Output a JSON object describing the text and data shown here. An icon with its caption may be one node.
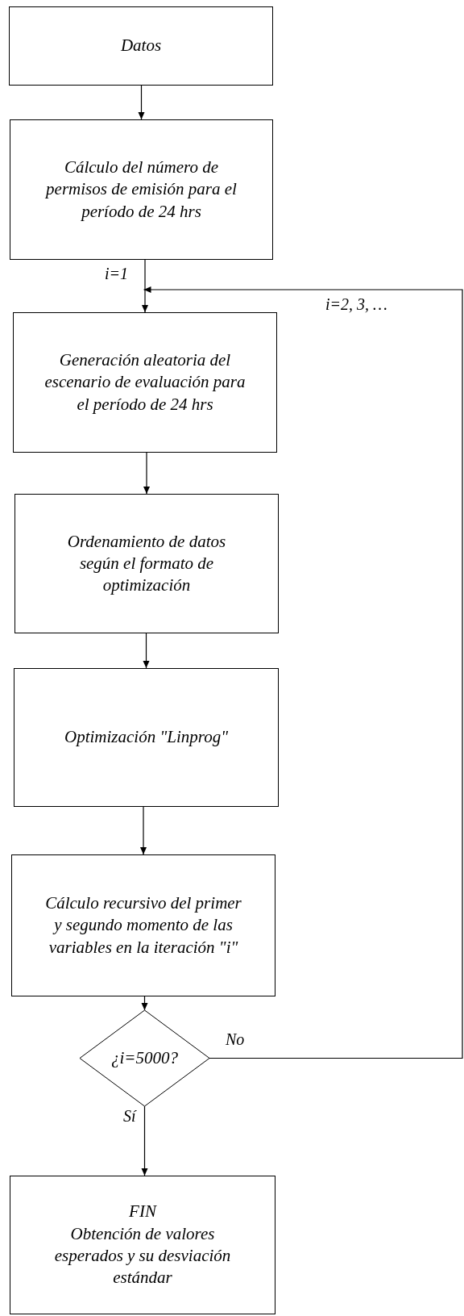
{
  "diagram": {
    "nodes": [
      {
        "text": [
          "Datos"
        ]
      },
      {
        "text": [
          "Cálculo del número de permisos de emisión para el período de 24 hrs"
        ]
      },
      {
        "text": [
          "Generación aleatoria del escenario de evaluación para el período de 24 hrs"
        ]
      },
      {
        "text": [
          "Ordenamiento de datos según el formato de optimización"
        ]
      },
      {
        "text": [
          "Optimización \"Linprog\""
        ]
      },
      {
        "text": [
          "Cálculo recursivo del primer y segundo momento de las variables en la iteración \"i\""
        ]
      },
      {
        "text": [
          "¿i=5000?"
        ]
      },
      {
        "text": [
          "FIN",
          "Obtención de valores esperados y su desviación estándar"
        ]
      }
    ],
    "edges": [
      {
        "from": 0,
        "to": 1,
        "arrow": "to"
      },
      {
        "from": 1,
        "to": 2,
        "arrow": "to"
      },
      {
        "from": 2,
        "to": 3,
        "arrow": "to"
      },
      {
        "from": 3,
        "to": 4,
        "arrow": "to"
      },
      {
        "from": 4,
        "to": 5,
        "arrow": "to"
      },
      {
        "from": 5,
        "to": 6,
        "arrow": "to"
      },
      {
        "from": 6,
        "to": 7,
        "arrow": "to",
        "label": "Sí"
      },
      {
        "from": 6,
        "to": 2,
        "arrow": "to",
        "label": "No"
      }
    ],
    "labels": [
      "i=1",
      "i=2, 3, …"
    ]
  }
}
